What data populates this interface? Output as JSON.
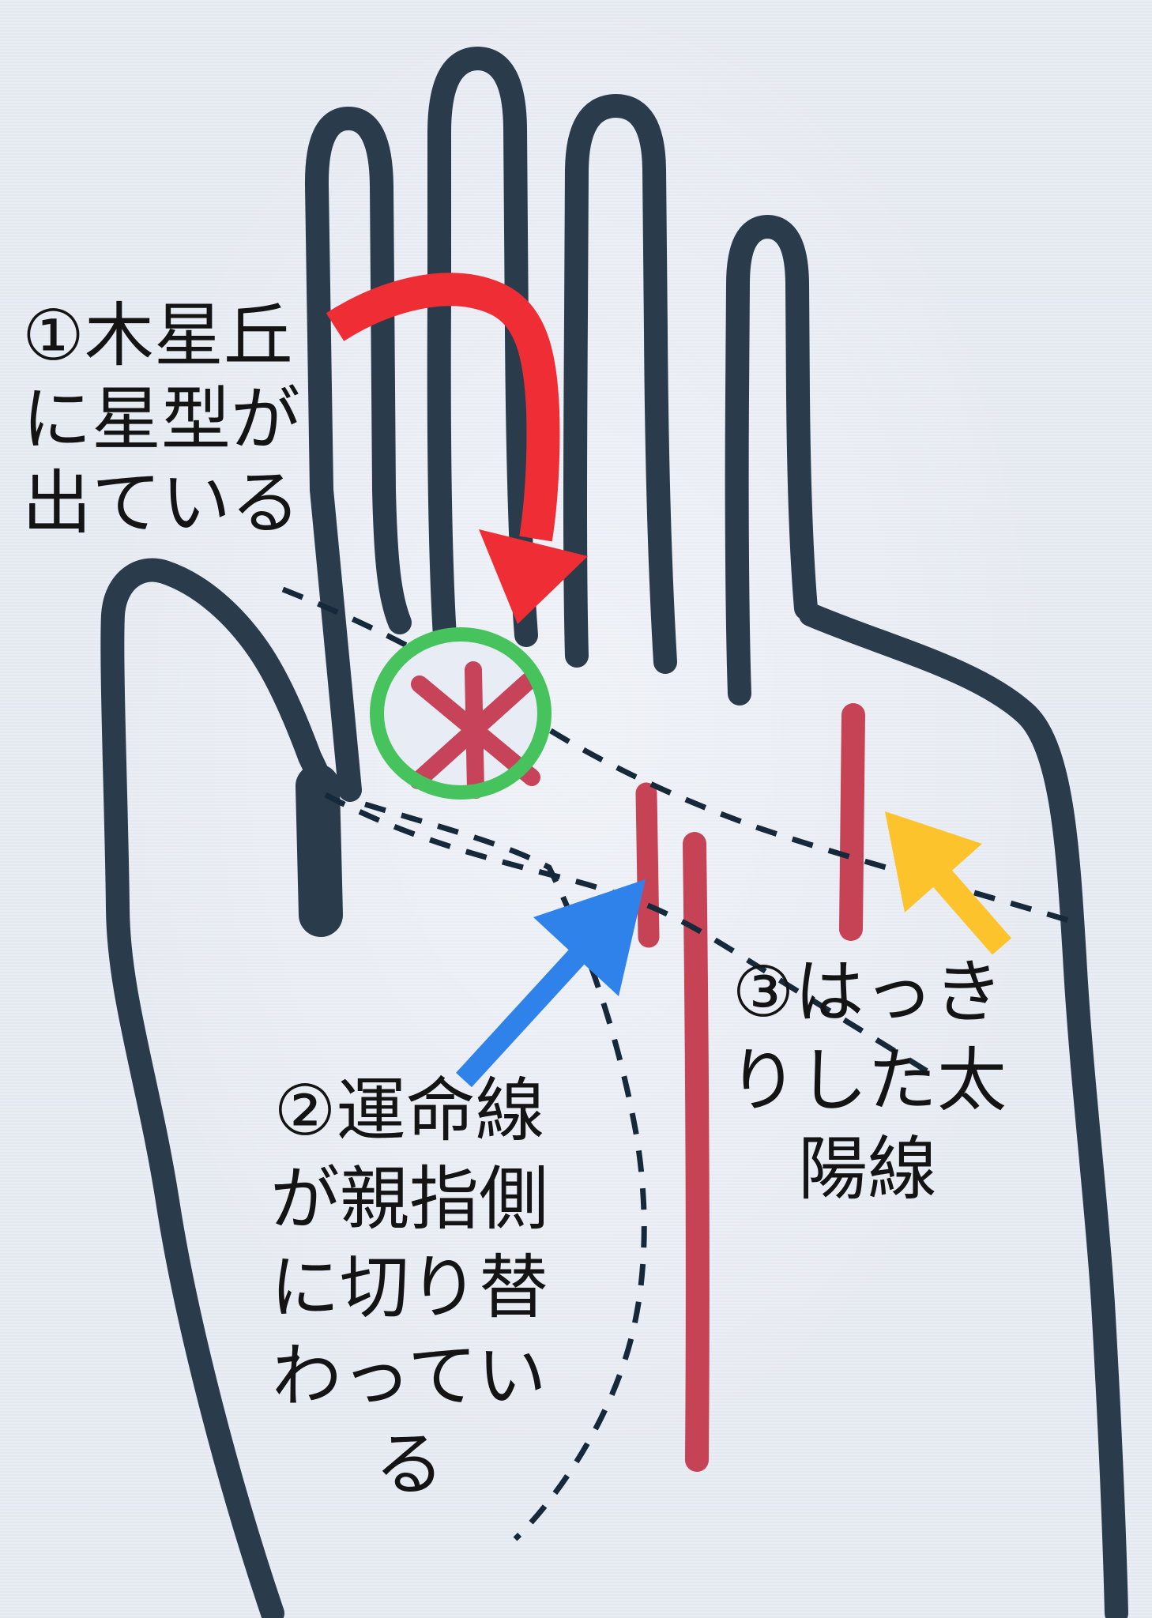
{
  "diagram": {
    "title_hint": "palmistry-hand-annotation",
    "labels": {
      "label1": {
        "number": "①",
        "lines": [
          "①木星丘",
          "に星型が",
          "出ている"
        ],
        "full_text": "①木星丘に星型が出ている"
      },
      "label2": {
        "number": "②",
        "lines": [
          "②運命線",
          "が親指側",
          "に切り替",
          "わってい",
          "る"
        ],
        "full_text": "②運命線が親指側に切り替わっている"
      },
      "label3": {
        "number": "③",
        "lines": [
          "③はっき",
          "りした太",
          "陽線"
        ],
        "full_text": "③はっきりした太陽線"
      }
    },
    "colors": {
      "background": "#e8ecf4",
      "hand_outline": "#2a3b4c",
      "dashed_line": "#16293b",
      "marker_red": "#c6era",
      "red_marker": "#c6435a",
      "crimson": "#c64355",
      "arrow_red": "#ee2d34",
      "arrow_blue": "#2e82ea",
      "arrow_yellow": "#fcc32d",
      "circle_green": "#47c35e",
      "text": "#141414"
    },
    "marks": {
      "star_symbol": "red-asterisk-star",
      "star_location": "mount-of-jupiter",
      "circled_in": "green-ellipse",
      "dashed_lines": [
        "heart-line",
        "head-line",
        "life-line"
      ],
      "red_lines": [
        "fate-line-upper-segment",
        "fate-line-long-segment",
        "sun-line"
      ]
    }
  }
}
